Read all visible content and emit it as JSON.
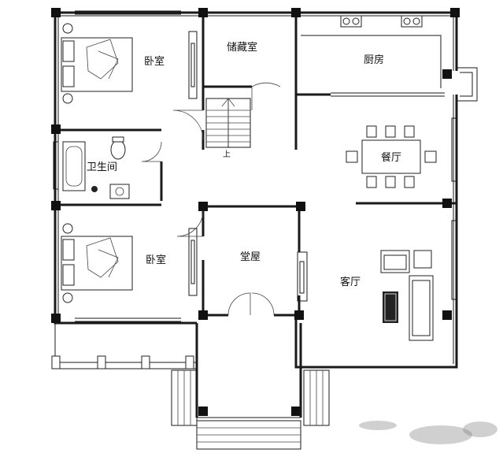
{
  "rooms": {
    "bedroom_top": "卧室",
    "storage": "储藏室",
    "kitchen": "厨房",
    "dining": "餐厅",
    "bathroom": "卫生间",
    "bedroom_bottom": "卧室",
    "main_hall": "堂屋",
    "living": "客厅"
  },
  "stair_up_mark": "上"
}
